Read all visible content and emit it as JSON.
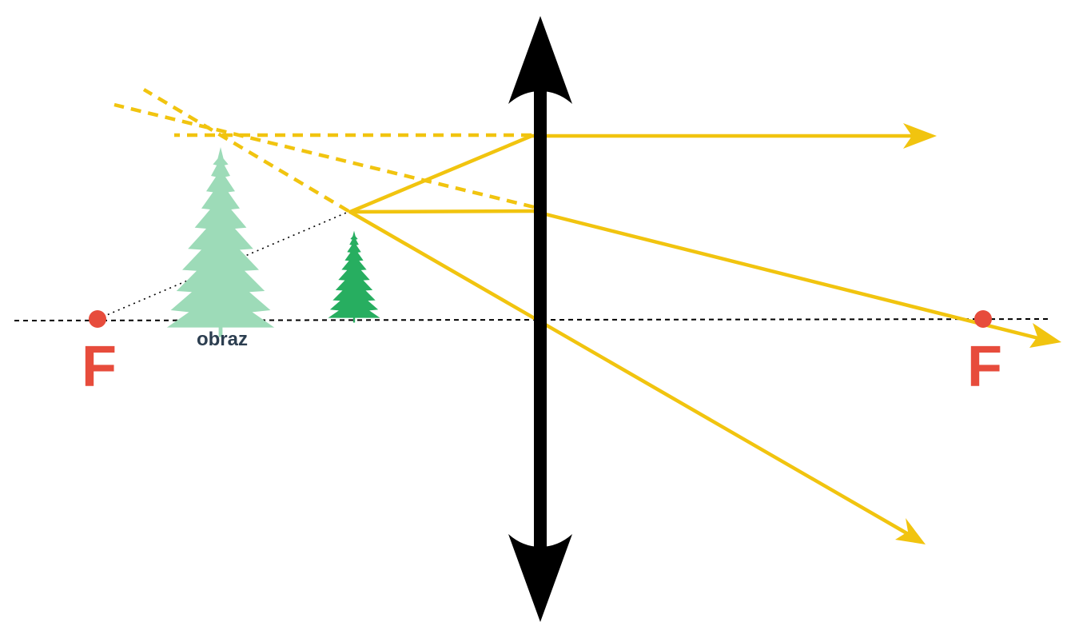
{
  "labels": {
    "focus_left": "F",
    "focus_right": "F",
    "image": "obraz"
  },
  "colors": {
    "ray": "#f1c40f",
    "focus": "#e74c3c",
    "lens": "#000000",
    "axis": "#000000",
    "object_tree": "#27ae60",
    "image_tree": "#9ddbb8",
    "image_label": "#2c3e50"
  },
  "icons": {
    "object": "fir-tree-icon",
    "image": "fir-tree-icon",
    "lens": "double-arrow-lens-icon"
  }
}
